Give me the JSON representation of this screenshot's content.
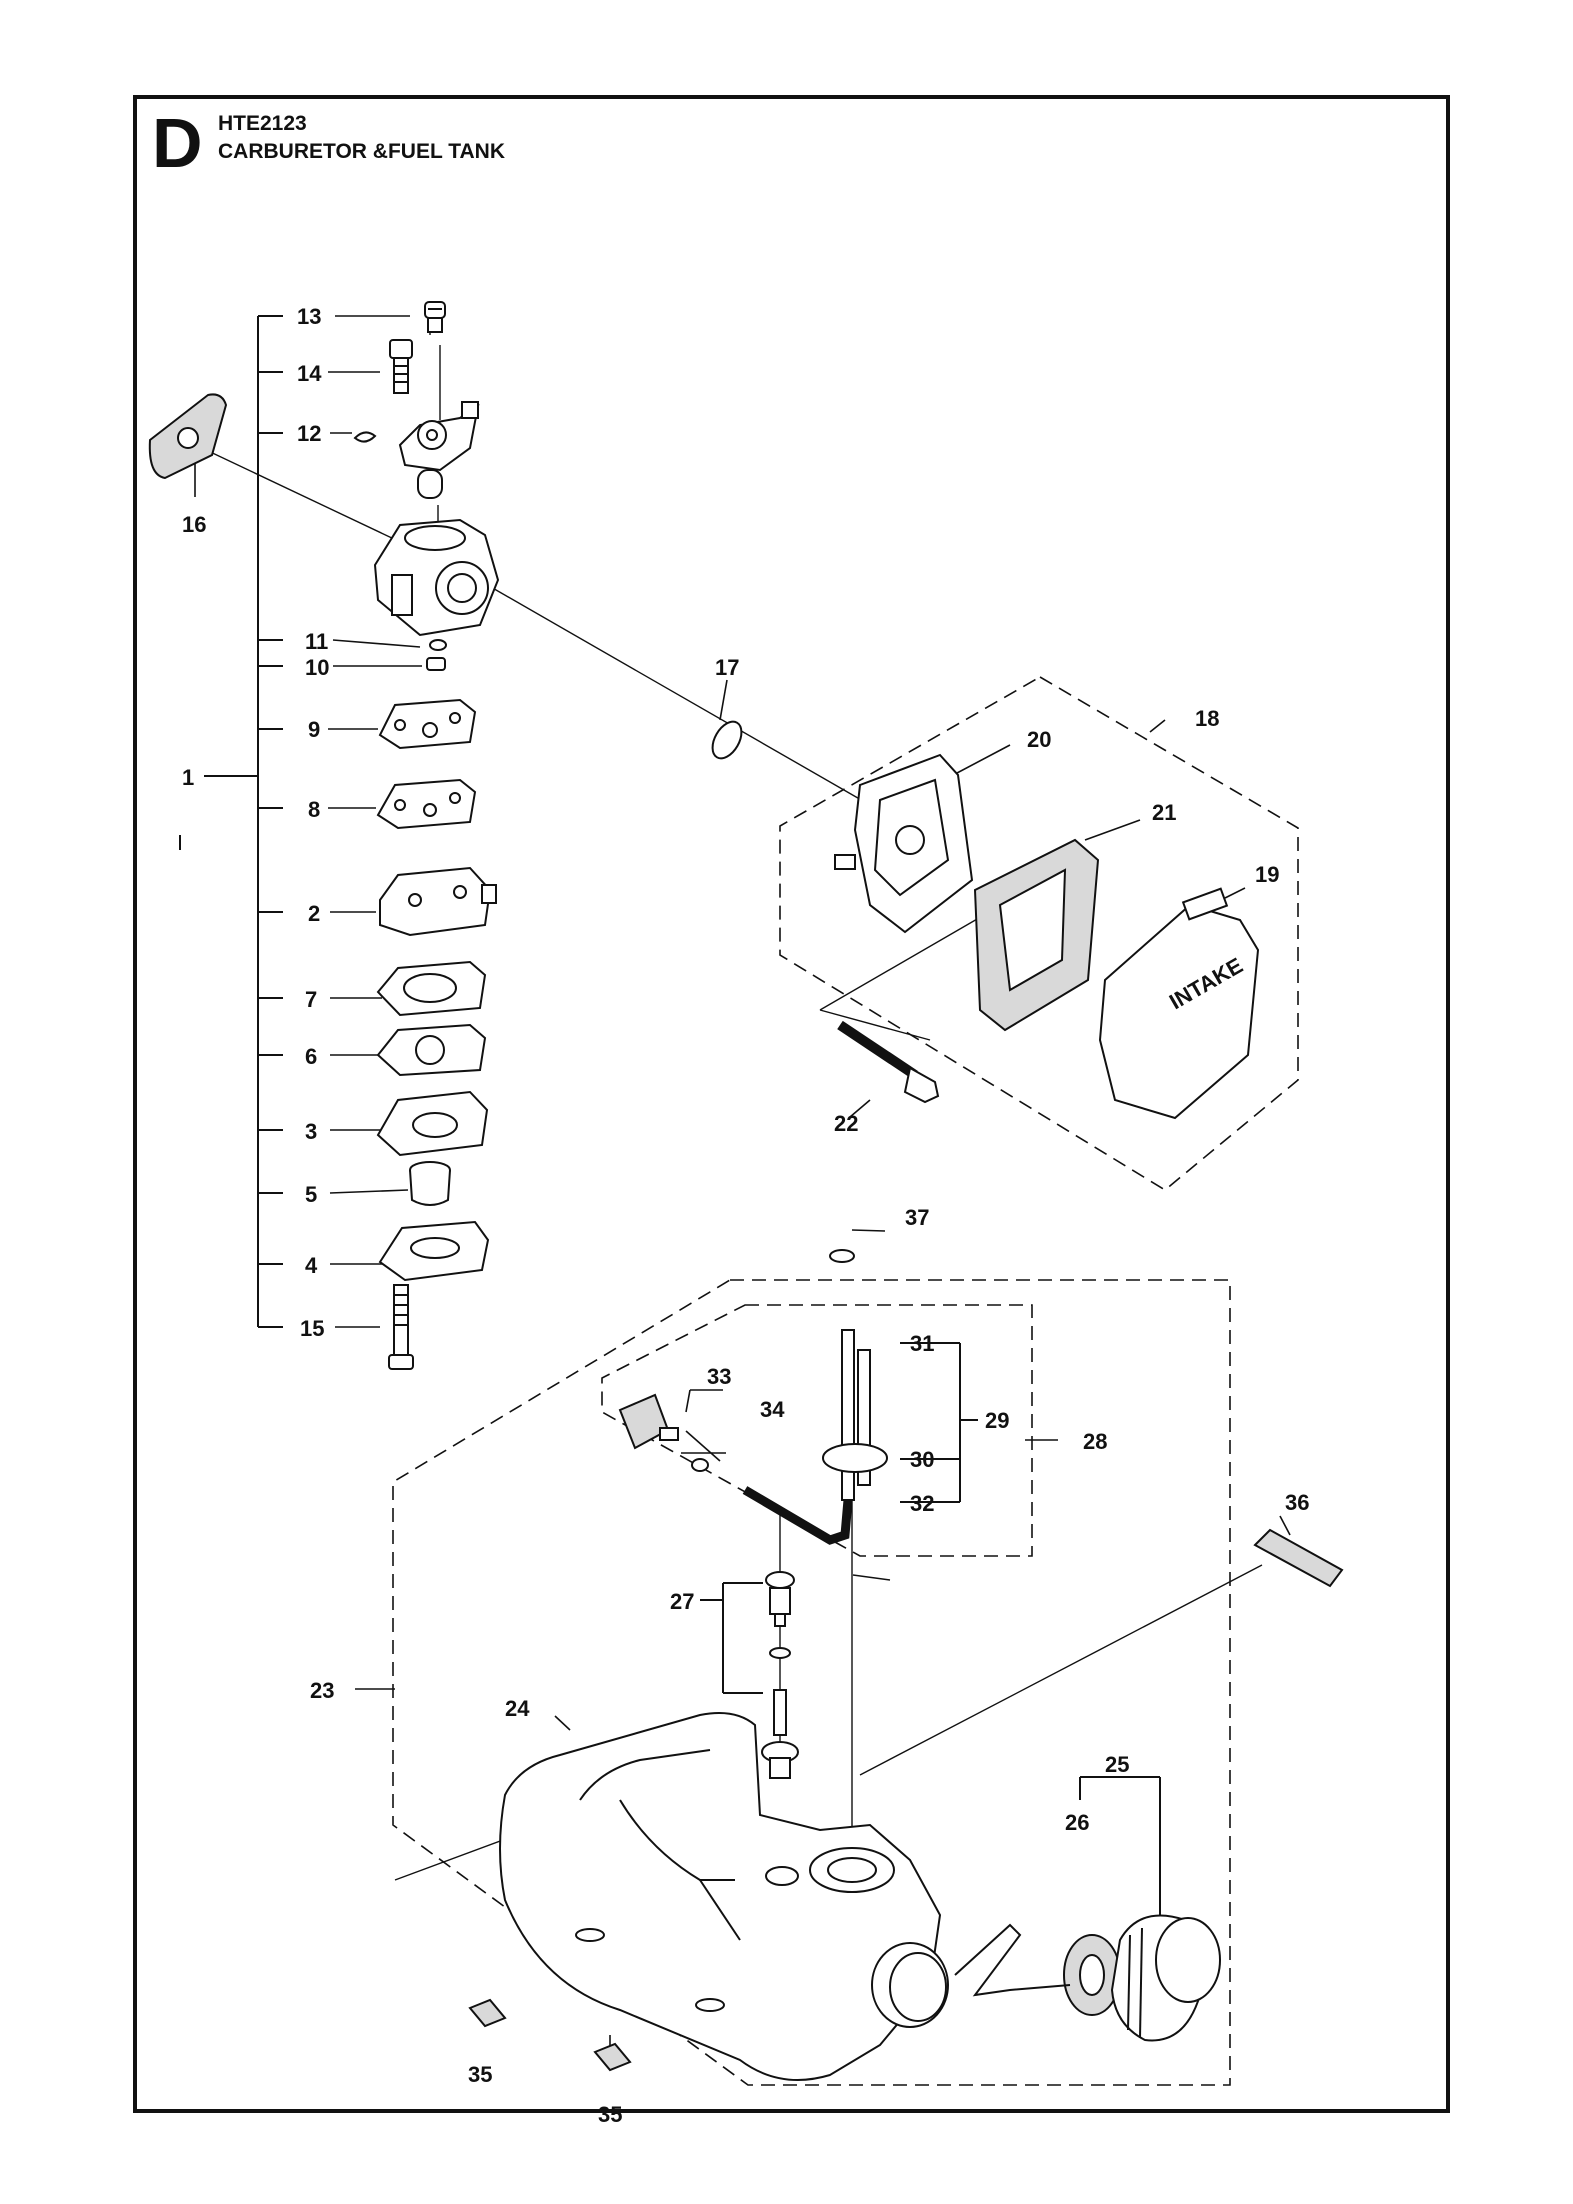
{
  "header": {
    "section_letter": "D",
    "model": "HTE2123",
    "title": "CARBURETOR &FUEL TANK"
  },
  "intake_text": "INTAKE",
  "callouts": {
    "c1": "1",
    "c2": "2",
    "c3": "3",
    "c4": "4",
    "c5": "5",
    "c6": "6",
    "c7": "7",
    "c8": "8",
    "c9": "9",
    "c10": "10",
    "c11": "11",
    "c12": "12",
    "c13": "13",
    "c14": "14",
    "c15": "15",
    "c16": "16",
    "c17": "17",
    "c18": "18",
    "c19": "19",
    "c20": "20",
    "c21": "21",
    "c22": "22",
    "c23": "23",
    "c24": "24",
    "c25": "25",
    "c26": "26",
    "c27": "27",
    "c28": "28",
    "c29": "29",
    "c30": "30",
    "c31": "31",
    "c32": "32",
    "c33": "33",
    "c34": "34",
    "c35a": "35",
    "c35b": "35",
    "c36": "36",
    "c37": "37"
  },
  "colors": {
    "ink": "#111111",
    "paper": "#ffffff",
    "foam": "#d9d9d9"
  }
}
